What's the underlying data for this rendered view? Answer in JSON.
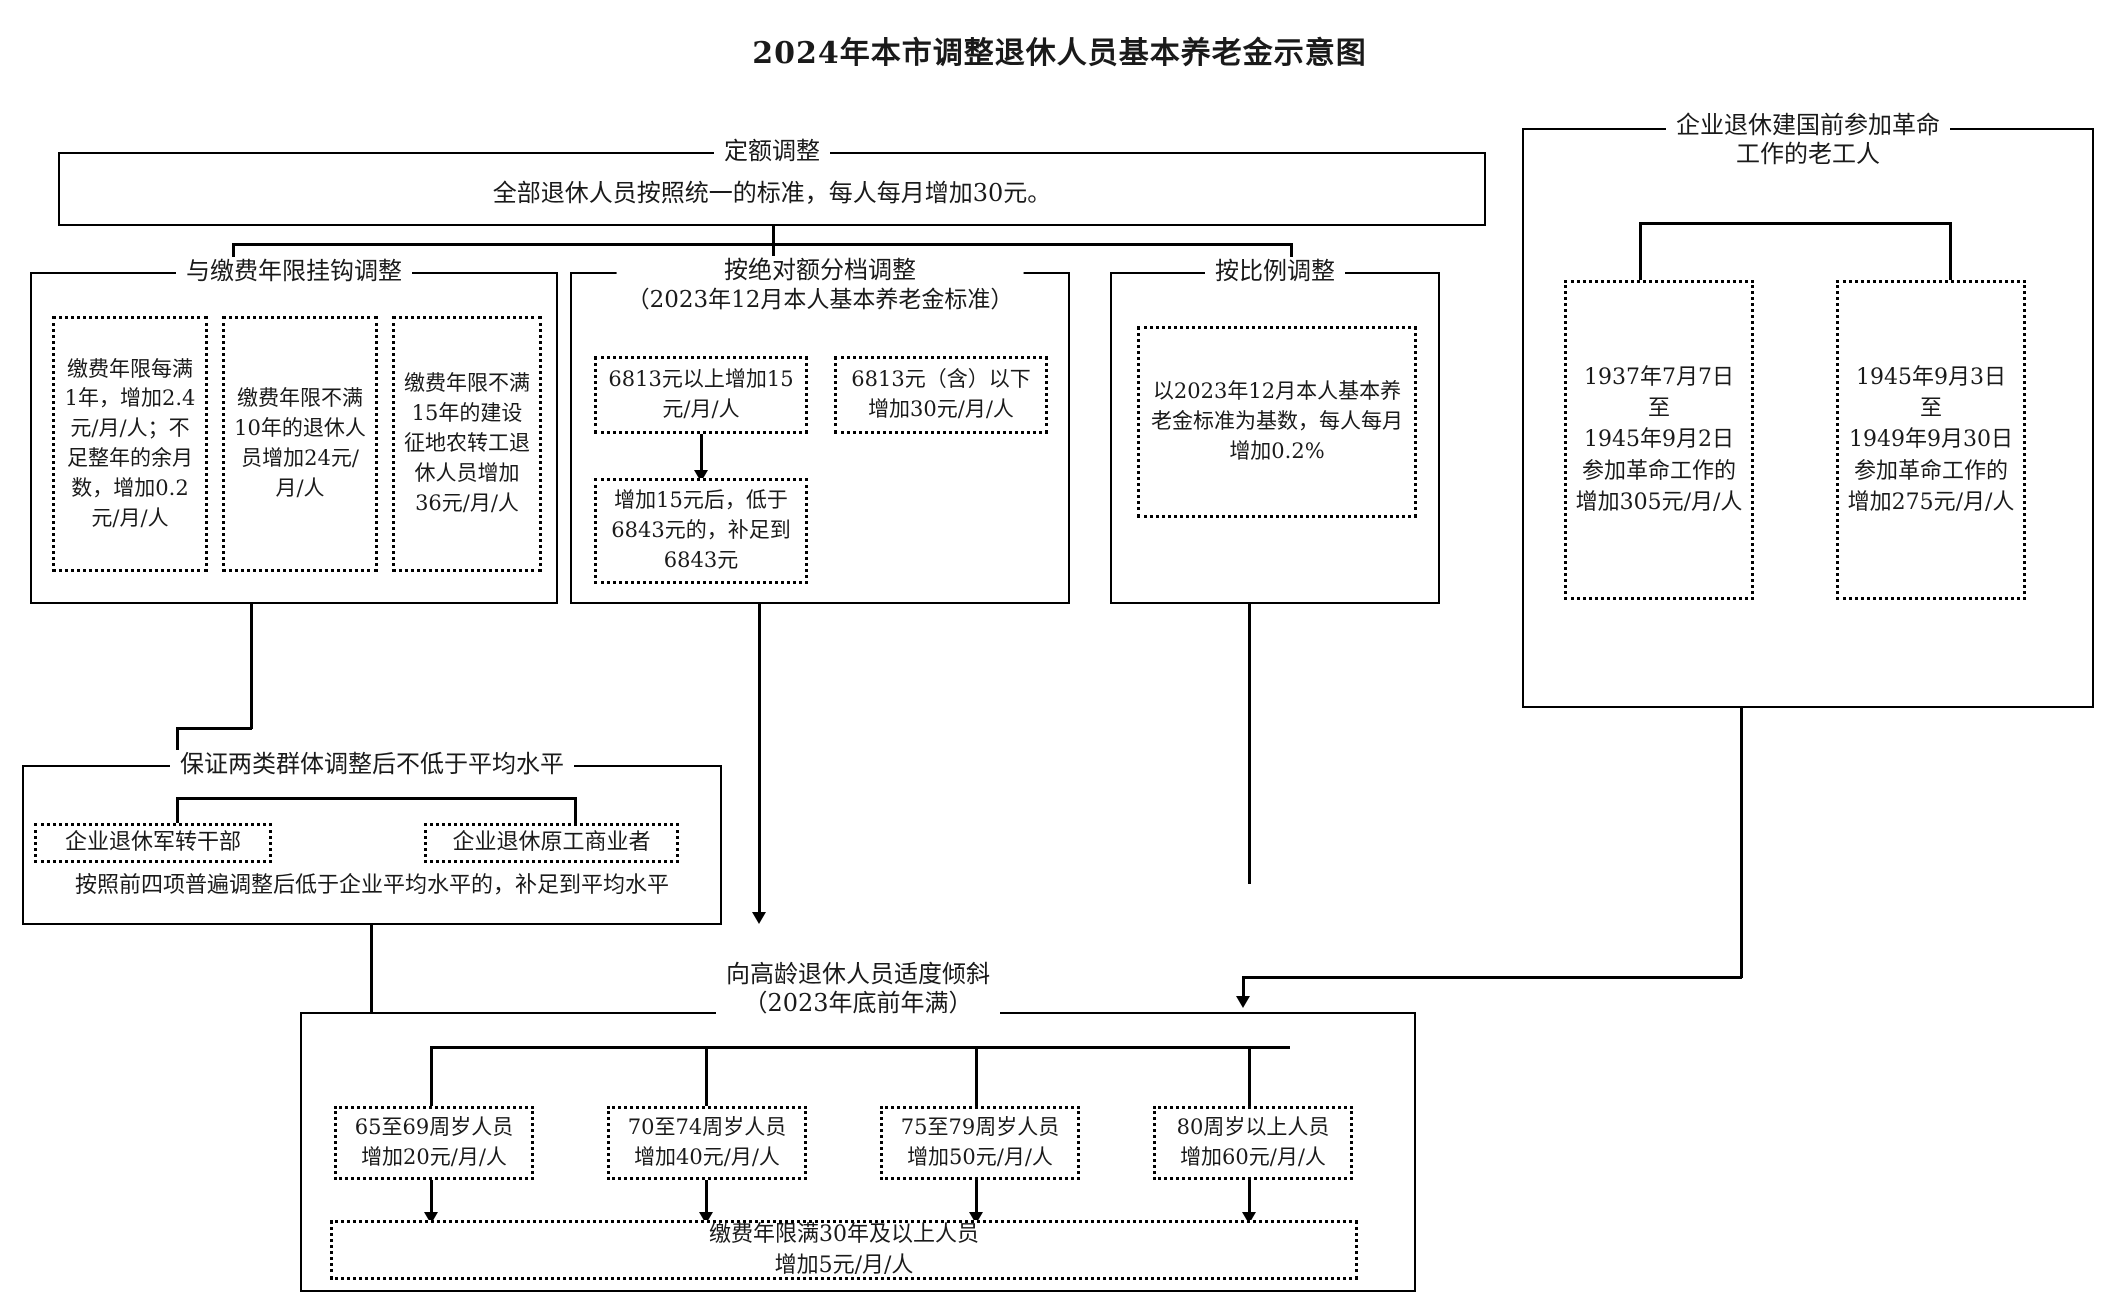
{
  "page_title": "2024年本市调整退休人员基本养老金示意图",
  "quota": {
    "legend": "定额调整",
    "body": "全部退休人员按照统一的标准，每人每月增加30元。"
  },
  "years_linked": {
    "legend": "与缴费年限挂钩调整",
    "boxes": [
      "缴费年限每满1年，增加2.4元/月/人；不足整年的余月数，增加0.2元/月/人",
      "缴费年限不满10年的退休人员增加24元/月/人",
      "缴费年限不满15年的建设征地农转工退休人员增加36元/月/人"
    ]
  },
  "absolute_tier": {
    "legend_line1": "按绝对额分档调整",
    "legend_line2": "（2023年12月本人基本养老金标准）",
    "box_high": "6813元以上增加15元/月/人",
    "box_low": "6813元（含）以下增加30元/月/人",
    "box_makeup": "增加15元后，低于6843元的，补足到6843元"
  },
  "proportional": {
    "legend": "按比例调整",
    "body": "以2023年12月本人基本养老金标准为基数，每人每月增加0.2%"
  },
  "pre_founding": {
    "legend_line1": "企业退休建国前参加革命",
    "legend_line2": "工作的老工人",
    "box_left": "1937年7月7日\n至\n1945年9月2日\n参加革命工作的\n增加305元/月/人",
    "box_right": "1945年9月3日\n至\n1949年9月30日\n参加革命工作的\n增加275元/月/人"
  },
  "guarantee": {
    "legend": "保证两类群体调整后不低于平均水平",
    "tag_left": "企业退休军转干部",
    "tag_right": "企业退休原工商业者",
    "note": "按照前四项普遍调整后低于企业平均水平的，补足到平均水平"
  },
  "elderly_tilt": {
    "legend_line1": "向高龄退休人员适度倾斜",
    "legend_line2": "（2023年底前年满）",
    "age_boxes": [
      {
        "age": "65至69周岁人员",
        "amount": "增加20元/月/人"
      },
      {
        "age": "70至74周岁人员",
        "amount": "增加40元/月/人"
      },
      {
        "age": "75至79周岁人员",
        "amount": "增加50元/月/人"
      },
      {
        "age": "80周岁以上人员",
        "amount": "增加60元/月/人"
      }
    ],
    "footer_line1": "缴费年限满30年及以上人员",
    "footer_line2": "增加5元/月/人"
  },
  "colors": {
    "ink": "#000000",
    "paper": "#ffffff"
  }
}
